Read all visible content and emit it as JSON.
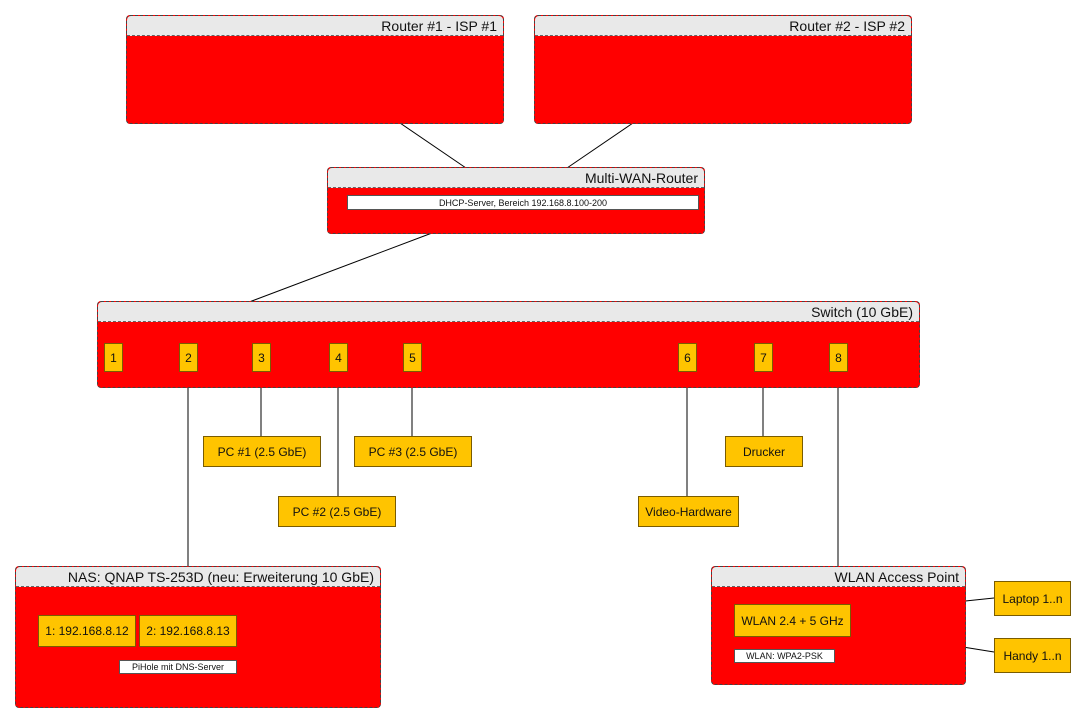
{
  "nodes": {
    "router1": {
      "title": "Router #1 - ISP #1"
    },
    "router2": {
      "title": "Router #2 - ISP #2"
    },
    "multiwan": {
      "title": "Multi-WAN-Router",
      "note": "DHCP-Server, Bereich 192.168.8.100-200"
    },
    "switch": {
      "title": "Switch (10 GbE)",
      "ports": [
        "1",
        "2",
        "3",
        "4",
        "5",
        "6",
        "7",
        "8"
      ]
    },
    "nas": {
      "title": "NAS: QNAP TS-253D (neu: Erweiterung 10 GbE)",
      "port1": "1: 192.168.8.12",
      "port2": "2: 192.168.8.13",
      "note": "PiHole mit DNS-Server"
    },
    "wlan": {
      "title": "WLAN Access Point",
      "radio": "WLAN 2.4 + 5 GHz",
      "note": "WLAN: WPA2-PSK"
    }
  },
  "devices": {
    "pc1": "PC #1 (2.5 GbE)",
    "pc2": "PC #2 (2.5 GbE)",
    "pc3": "PC #3 (2.5 GbE)",
    "video": "Video-Hardware",
    "printer": "Drucker",
    "laptop": "Laptop 1..n",
    "phone": "Handy 1..n"
  },
  "colors": {
    "container": "#ff0000",
    "header": "#e9e9e9",
    "device": "#ffc400",
    "wire": "#000000"
  }
}
